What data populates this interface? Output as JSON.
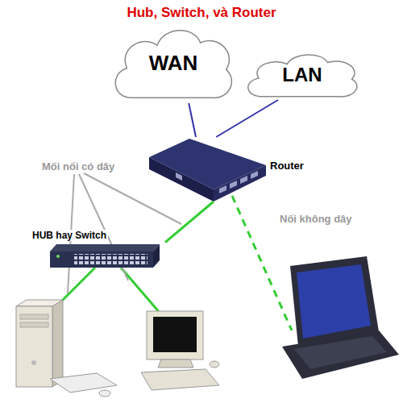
{
  "diagram": {
    "title": "Hub, Switch, và Router",
    "nodes": [
      {
        "text": [
          "WAN"
        ]
      },
      {
        "text": [
          "LAN"
        ]
      },
      {
        "text": [
          "Router"
        ]
      },
      {
        "text": [
          "HUB hay Switch"
        ]
      }
    ],
    "edges": [
      {
        "from": 0,
        "to": 2,
        "arrow": "none"
      },
      {
        "from": 1,
        "to": 2,
        "arrow": "none"
      },
      {
        "from": 2,
        "to": 3,
        "arrow": "none"
      }
    ],
    "labels": [
      "Mối nối có dây",
      "Nối không dây"
    ]
  }
}
